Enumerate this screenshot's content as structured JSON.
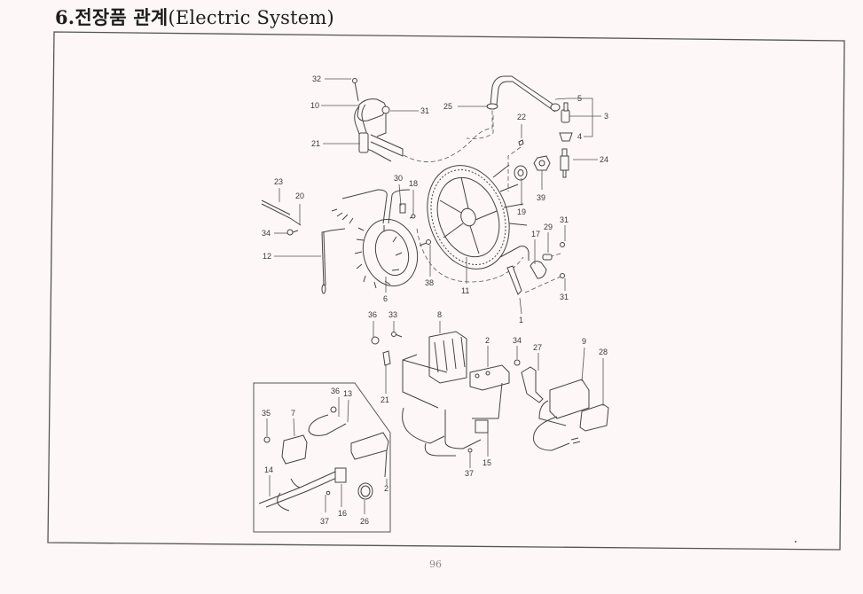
{
  "section": {
    "number": "6.",
    "title_ko": "전장품 관계",
    "title_en": "(Electric System)"
  },
  "page_number": "96",
  "callouts": {
    "c32": "32",
    "c10": "10",
    "c31a": "31",
    "c21a": "21",
    "c25": "25",
    "c5": "5",
    "c3": "3",
    "c4": "4",
    "c22": "22",
    "c24": "24",
    "c19": "19",
    "c39": "39",
    "c23": "23",
    "c20": "20",
    "c34a": "34",
    "c12": "12",
    "c30": "30",
    "c18": "18",
    "c6": "6",
    "c38": "38",
    "c11": "11",
    "c17": "17",
    "c29": "29",
    "c31b": "31",
    "c31c": "31",
    "c1": "1",
    "c36a": "36",
    "c33": "33",
    "c8": "8",
    "c2a": "2",
    "c21b": "21",
    "c34b": "34",
    "c27": "27",
    "c9": "9",
    "c28": "28",
    "c15": "15",
    "c37a": "37",
    "c36b": "36",
    "c13": "13",
    "c35": "35",
    "c7": "7",
    "c14": "14",
    "c2b": "2",
    "c16": "16",
    "c37b": "37",
    "c26": "26"
  },
  "parts": [
    {
      "id": "ignition-coil",
      "label": "10"
    },
    {
      "id": "high-tension-cord",
      "label": "21"
    },
    {
      "id": "plug-cap",
      "label": "3"
    },
    {
      "id": "spark-plug",
      "label": "24"
    },
    {
      "id": "flywheel",
      "label": "11"
    },
    {
      "id": "stator-coil",
      "label": "6"
    },
    {
      "id": "pulser-coil",
      "label": "17"
    },
    {
      "id": "regulator",
      "label": "8"
    },
    {
      "id": "cdi-unit",
      "label": "9"
    },
    {
      "id": "bracket",
      "label": "2"
    },
    {
      "id": "wire-harness",
      "label": "14"
    },
    {
      "id": "rectifier",
      "label": "7"
    }
  ]
}
